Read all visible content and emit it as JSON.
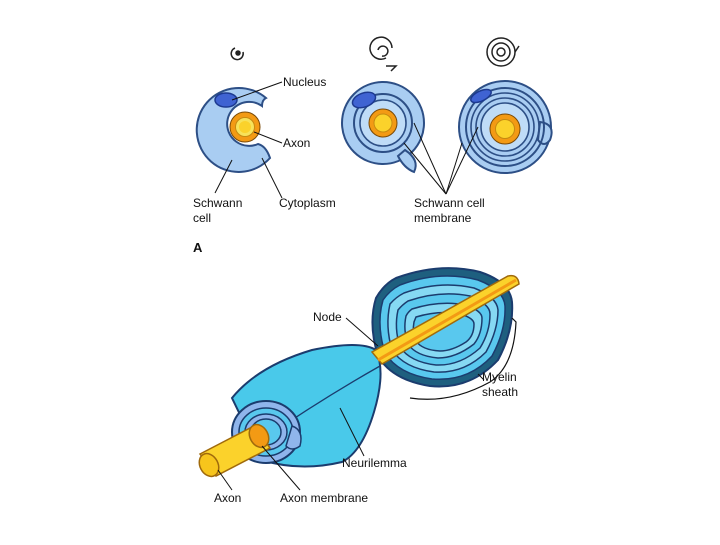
{
  "figure": {
    "panel_a": {
      "panel_letter": "A",
      "labels": {
        "nucleus": "Nucleus",
        "axon": "Axon",
        "schwann_line1": "Schwann",
        "schwann_line2": "cell",
        "cytoplasm": "Cytoplasm",
        "membrane_line1": "Schwann cell",
        "membrane_line2": "membrane"
      }
    },
    "panel_b": {
      "labels": {
        "node": "Node",
        "myelin_line1": "Myelin",
        "myelin_line2": "sheath",
        "neurilemma": "Neurilemma",
        "axon": "Axon",
        "axon_membrane": "Axon membrane"
      }
    }
  },
  "colors": {
    "cytoplasm": "#a9cdf2",
    "outline": "#2d4f86",
    "nucleus": "#3f63d2",
    "axon_fill": "#f7c51c",
    "axon_ring": "#f39a14",
    "neurilemma": "#49c9ea",
    "myelin": "#59c8ee"
  }
}
